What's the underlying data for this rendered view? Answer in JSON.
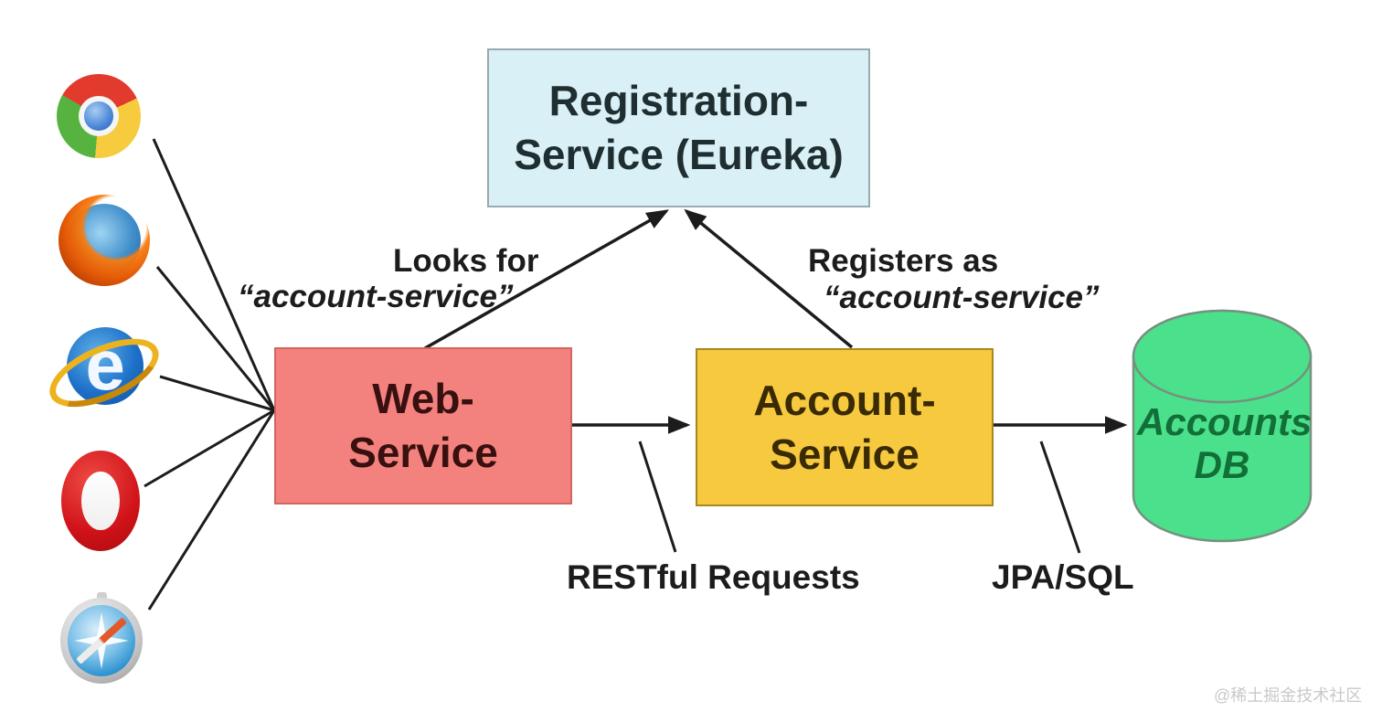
{
  "canvas": {
    "bg": "#ffffff",
    "line_color": "#1c1c1c"
  },
  "nodes": {
    "registration_service": {
      "lines": [
        "Registration-",
        "Service (Eureka)"
      ],
      "fill": "#d9f1f6",
      "border": "#99aab0",
      "text_color": "#1f2e30"
    },
    "web_service": {
      "lines": [
        "Web-",
        "Service"
      ],
      "fill": "#f3827f",
      "border": "#d4645f",
      "text_color": "#38100f"
    },
    "account_service": {
      "lines": [
        "Account-",
        "Service"
      ],
      "fill": "#f6c93f",
      "border": "#a8871c",
      "text_color": "#3a2a04"
    },
    "accounts_db": {
      "lines": [
        "Accounts",
        "DB"
      ],
      "fill": "#4be18c",
      "border": "#75917f",
      "text_color": "#136f38"
    }
  },
  "edge_labels": {
    "looks_for": "Looks for",
    "looks_for_sub": "“account-service”",
    "registers_as": "Registers as",
    "registers_as_sub": "“account-service”",
    "restful": "RESTful Requests",
    "jpa": "JPA/SQL"
  },
  "client_icons": [
    "chrome-icon",
    "firefox-icon",
    "internet-explorer-icon",
    "opera-icon",
    "safari-icon"
  ],
  "watermark": "@稀土掘金技术社区"
}
